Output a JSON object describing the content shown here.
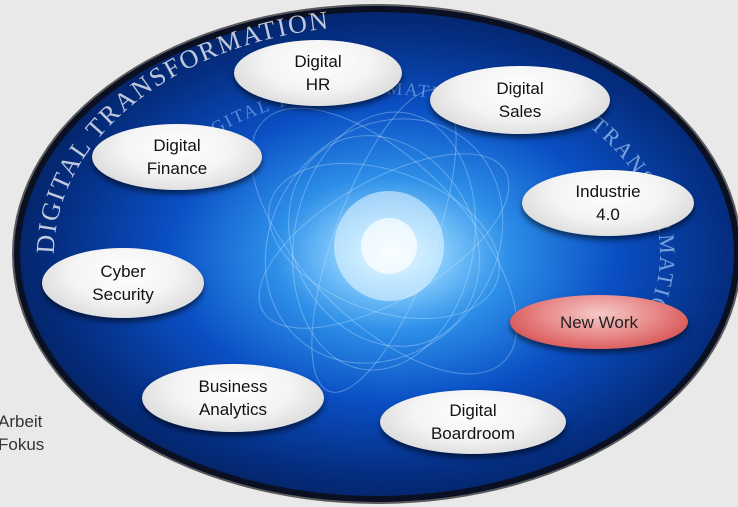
{
  "side_text": "Arbeit\nFokus",
  "ring_text": [
    "DIGITAL TRANSFORMATION",
    "TRANSFORMATION"
  ],
  "nodes": {
    "digital_hr": "Digital\nHR",
    "digital_sales": "Digital\nSales",
    "digital_finance": "Digital\nFinance",
    "industrie": "Industrie\n4.0",
    "cyber_security": "Cyber\nSecurity",
    "new_work": "New Work",
    "business_analytics": "Business\nAnalytics",
    "digital_boardroom": "Digital\nBoardroom"
  },
  "colors": {
    "highlight": "#d44c4c",
    "node": "#f4f4f4",
    "background_core": "#2d8fe8"
  }
}
